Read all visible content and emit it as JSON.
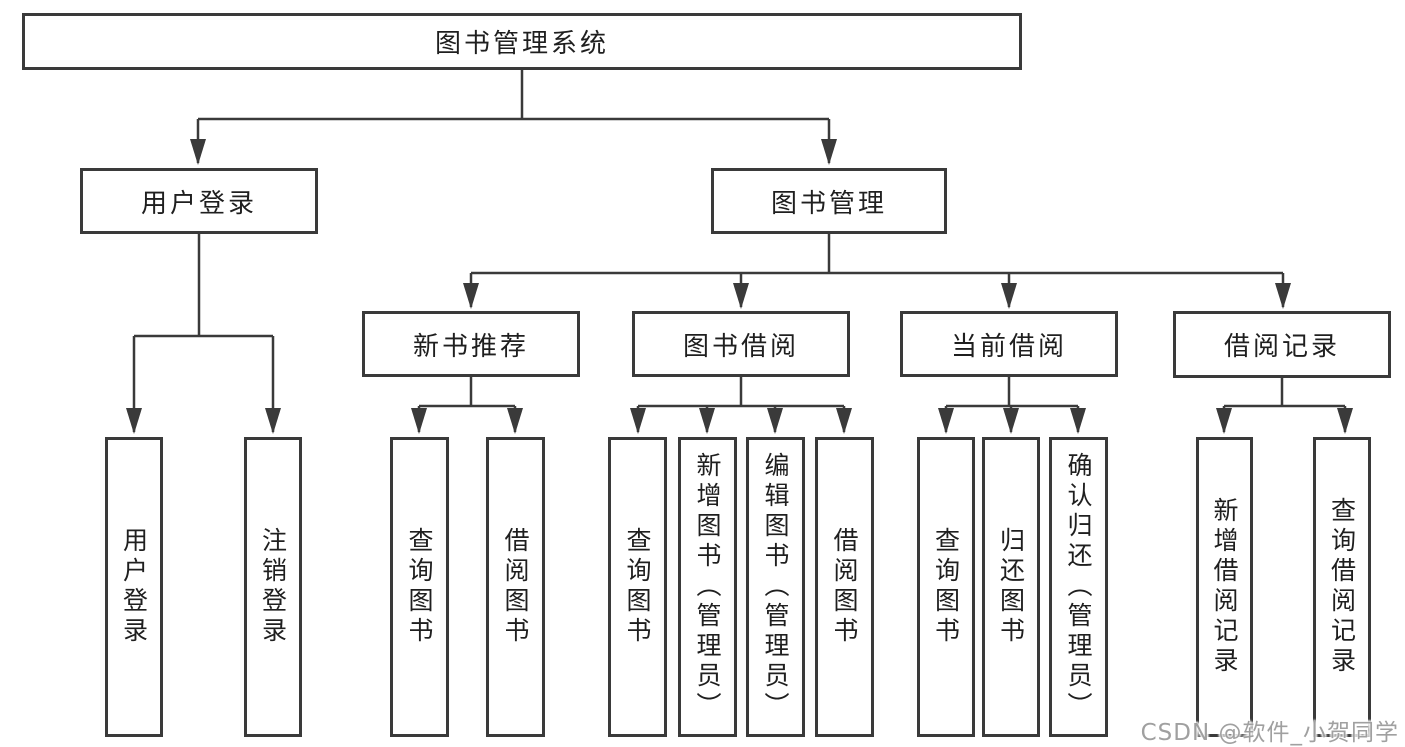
{
  "diagram": {
    "watermark": "CSDN @软件_小贺同学",
    "colors": {
      "border": "#3a3a3a",
      "line": "#3a3a3a",
      "text": "#1f1f1f",
      "background": "#ffffff",
      "watermark_gray": "#a0a0a0"
    },
    "nodes": {
      "root": "图书管理系统",
      "user_login": "用户登录",
      "book_management": "图书管理",
      "new_book_recommend": "新书推荐",
      "book_borrow": "图书借阅",
      "current_borrow": "当前借阅",
      "borrow_records": "借阅记录",
      "user_login_leaf": "用户登录",
      "logout_leaf": "注销登录",
      "nb_query_books": "查询图书",
      "nb_borrow_books": "借阅图书",
      "bb_query_books": "查询图书",
      "bb_add_books": "新增图书（管理员）",
      "bb_edit_books": "编辑图书（管理员）",
      "bb_borrow_books": "借阅图书",
      "cb_query_books": "查询图书",
      "cb_return_books": "归还图书",
      "cb_confirm_return": "确认归还（管理员）",
      "br_add_record": "新增借阅记录",
      "br_query_record": "查询借阅记录"
    }
  }
}
